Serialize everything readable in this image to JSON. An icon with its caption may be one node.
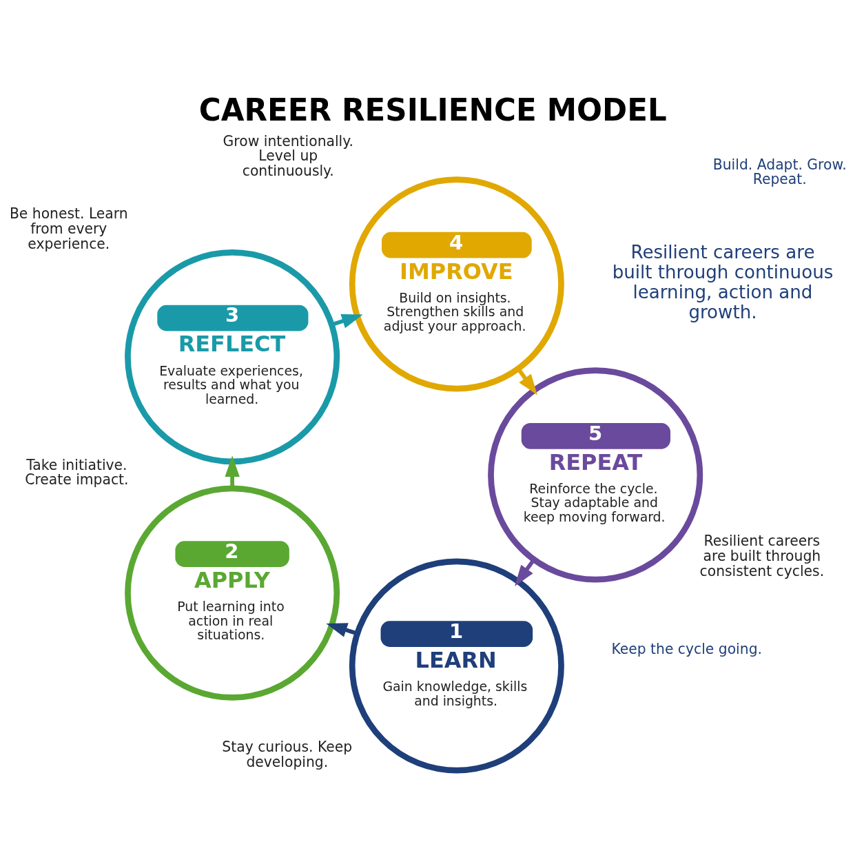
{
  "diagram": {
    "title": "CAREER RESILIENCE MODEL",
    "nodes": [
      {
        "text": [
          "1",
          "LEARN",
          "Gain knowledge, skills and insights."
        ],
        "beside": [
          "Stay curious. Keep developing."
        ]
      },
      {
        "text": [
          "2",
          "APPLY",
          "Put learning into action in real situations."
        ],
        "beside": [
          "Take initiative. Create impact."
        ]
      },
      {
        "text": [
          "3",
          "REFLECT",
          "Evaluate experiences, results and what you learned."
        ],
        "beside": [
          "Be honest. Learn from every experience."
        ]
      },
      {
        "text": [
          "4",
          "IMPROVE",
          "Build on insights. Strengthen skills and adjust your approach."
        ],
        "beside": [
          "Grow intentionally. Level up continuously."
        ]
      },
      {
        "text": [
          "5",
          "REPEAT",
          "Reinforce the cycle. Stay adaptable and keep moving forward."
        ],
        "beside": [
          "Resilient careers are built through consistent cycles."
        ]
      }
    ],
    "edges": [
      {
        "from": 0,
        "to": 1,
        "arrow": "to",
        "color": "#1f3f7a"
      },
      {
        "from": 1,
        "to": 2,
        "arrow": "to",
        "color": "#5aa832"
      },
      {
        "from": 2,
        "to": 3,
        "arrow": "to",
        "color": "#1a9aa8"
      },
      {
        "from": 3,
        "to": 4,
        "arrow": "to",
        "color": "#e0a800"
      },
      {
        "from": 4,
        "to": 0,
        "arrow": "to",
        "color": "#6a4a9c"
      }
    ],
    "labels": [
      "Build. Adapt. Grow. Repeat.",
      "Resilient careers are built through continuous learning, action and growth.",
      "Keep the cycle going."
    ]
  }
}
